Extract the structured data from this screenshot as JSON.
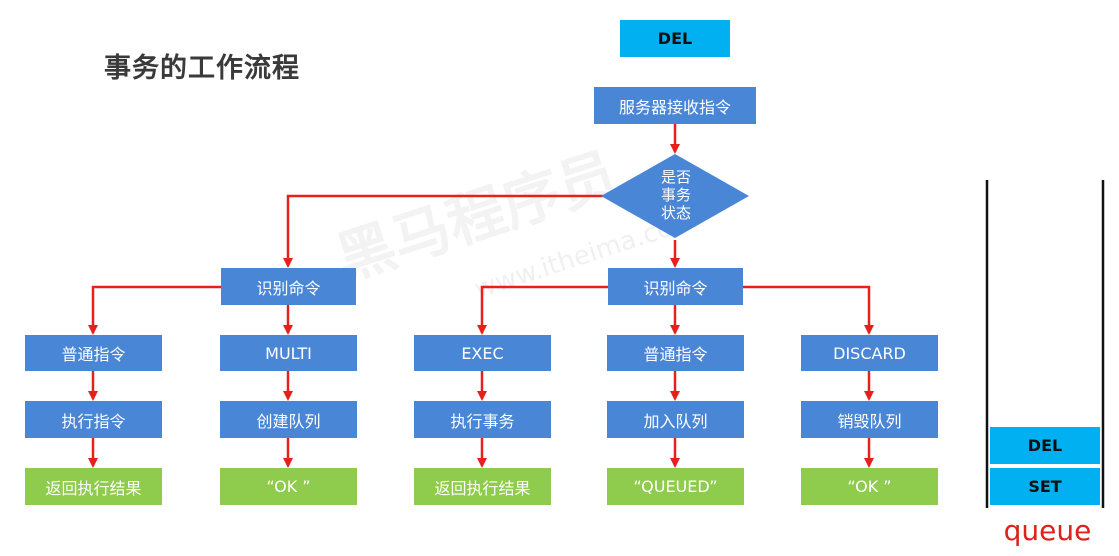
{
  "title": "事务的工作流程",
  "incoming_command": "DEL",
  "watermark": {
    "brand": "黑马程序员",
    "url": "www.itheima.com"
  },
  "flow": {
    "receive": "服务器接收指令",
    "decision": [
      "是否",
      "事务",
      "状态"
    ],
    "left_branch": {
      "identify": "识别命令",
      "columns": [
        {
          "command": "普通指令",
          "action": "执行指令",
          "result": "返回执行结果"
        },
        {
          "command": "MULTI",
          "action": "创建队列",
          "result": "“OK ”"
        }
      ]
    },
    "right_branch": {
      "identify": "识别命令",
      "columns": [
        {
          "command": "EXEC",
          "action": "执行事务",
          "result": "返回执行结果"
        },
        {
          "command": "普通指令",
          "action": "加入队列",
          "result": "“QUEUED”"
        },
        {
          "command": "DISCARD",
          "action": "销毁队列",
          "result": "“OK ”"
        }
      ]
    }
  },
  "queue": {
    "items": [
      "DEL",
      "SET"
    ],
    "label": "queue"
  },
  "colors": {
    "process": "#4a86d6",
    "result": "#8fcb4d",
    "queue_item": "#00b0f0",
    "arrow": "#e8201c",
    "queue_label": "#e0201a"
  }
}
